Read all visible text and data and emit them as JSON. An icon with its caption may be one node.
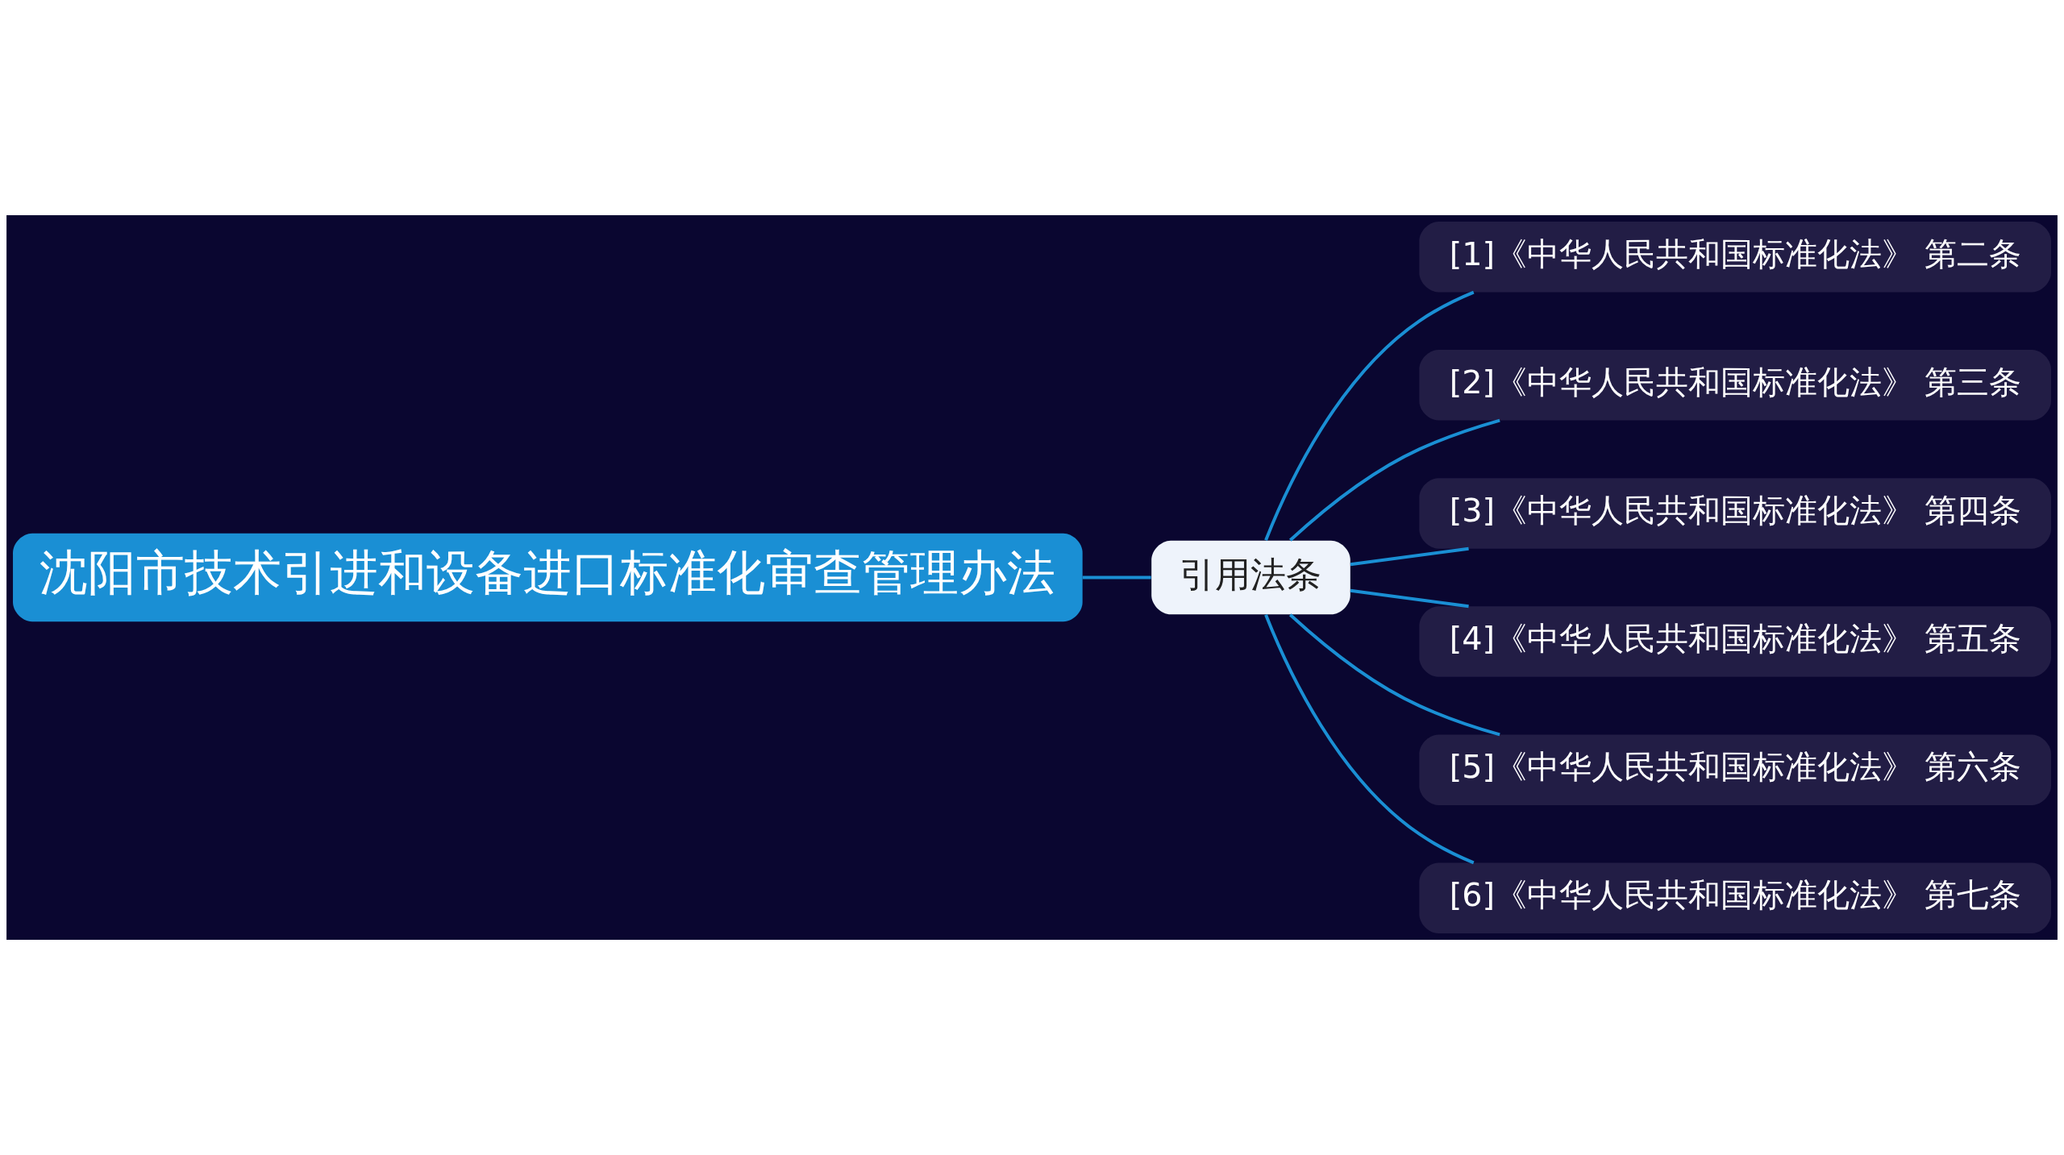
{
  "diagram": {
    "nodes": [
      {
        "text": [
          "沈阳市技术引进和设备进口标准化审查管理办法"
        ]
      },
      {
        "text": [
          "引用法条"
        ]
      },
      {
        "text": [
          "[1]《中华人民共和国标准化法》 第二条"
        ]
      },
      {
        "text": [
          "[2]《中华人民共和国标准化法》 第三条"
        ]
      },
      {
        "text": [
          "[3]《中华人民共和国标准化法》 第四条"
        ]
      },
      {
        "text": [
          "[4]《中华人民共和国标准化法》 第五条"
        ]
      },
      {
        "text": [
          "[5]《中华人民共和国标准化法》 第六条"
        ]
      },
      {
        "text": [
          "[6]《中华人民共和国标准化法》 第七条"
        ]
      }
    ],
    "edges": [
      {
        "from": 0,
        "to": 1,
        "arrow": "none"
      },
      {
        "from": 1,
        "to": 2,
        "arrow": "none"
      },
      {
        "from": 1,
        "to": 3,
        "arrow": "none"
      },
      {
        "from": 1,
        "to": 4,
        "arrow": "none"
      },
      {
        "from": 1,
        "to": 5,
        "arrow": "none"
      },
      {
        "from": 1,
        "to": 6,
        "arrow": "none"
      },
      {
        "from": 1,
        "to": 7,
        "arrow": "none"
      }
    ]
  }
}
